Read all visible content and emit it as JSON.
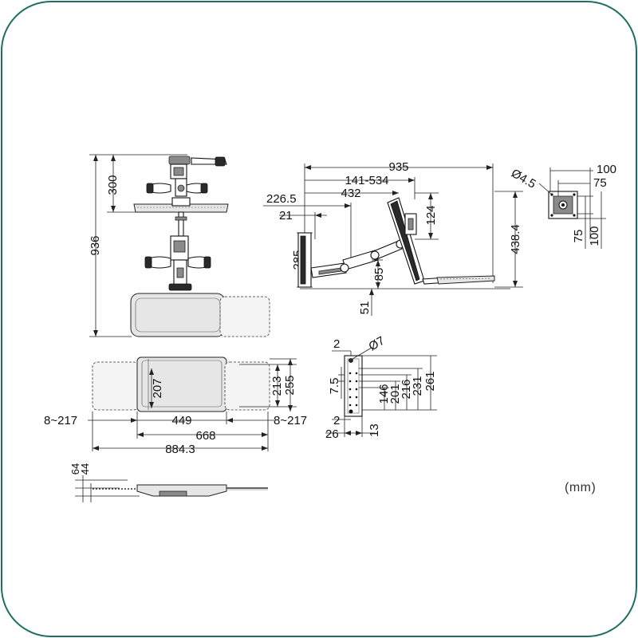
{
  "units": "(mm)",
  "colors": {
    "frame": "#1f6e62",
    "ink": "#111111"
  },
  "front_view": {
    "height_total": "936",
    "height_upper": "300"
  },
  "top_view": {
    "depth_tray": "207",
    "depth_inner": "213",
    "depth_outer": "255",
    "extension_left": "8~217",
    "extension_right": "8~217",
    "width_center": "449",
    "width_tray": "668",
    "width_total": "884.3"
  },
  "side_view_small": {
    "thickness_outer": "64",
    "thickness_inner": "44"
  },
  "side_view": {
    "reach_total": "935",
    "reach_range": "141-534",
    "reach_arm": "432",
    "offset_top": "226.5",
    "offset_small": "21",
    "arm_height": "285",
    "monitor_drop": "124",
    "monitor_height": "438.4",
    "base_gap": "85",
    "base_depth": "51"
  },
  "vesa": {
    "hole": "Ø4.5",
    "pattern_outer_w": "100",
    "pattern_inner_w": "75",
    "pattern_inner_h": "75",
    "pattern_outer_h": "100"
  },
  "wall_plate": {
    "hole": "Ø7",
    "edge_top": "2",
    "edge_bottom": "2",
    "slot_spacing": "7.5",
    "width_inner": "13",
    "width_outer": "26",
    "h146": "146",
    "h201": "201",
    "h216": "216",
    "h231": "231",
    "h261": "261"
  }
}
